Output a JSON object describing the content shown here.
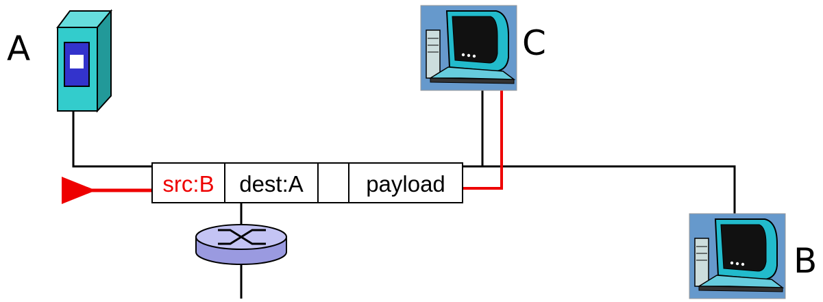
{
  "nodes": {
    "a": {
      "label": "A"
    },
    "b": {
      "label": "B"
    },
    "c": {
      "label": "C"
    }
  },
  "packet": {
    "src": "src:B",
    "dest": "dest:A",
    "empty": "",
    "payload": "payload"
  },
  "colors": {
    "highlight": "#ee0000",
    "wire": "#000000",
    "server_body": "#33cccc",
    "server_window": "#3333cc",
    "monitor_bg": "#6699cc",
    "router_body": "#b3b3ee"
  },
  "icons": {
    "a": "server-icon",
    "b": "computer-icon",
    "c": "computer-icon",
    "switch": "router-icon"
  }
}
